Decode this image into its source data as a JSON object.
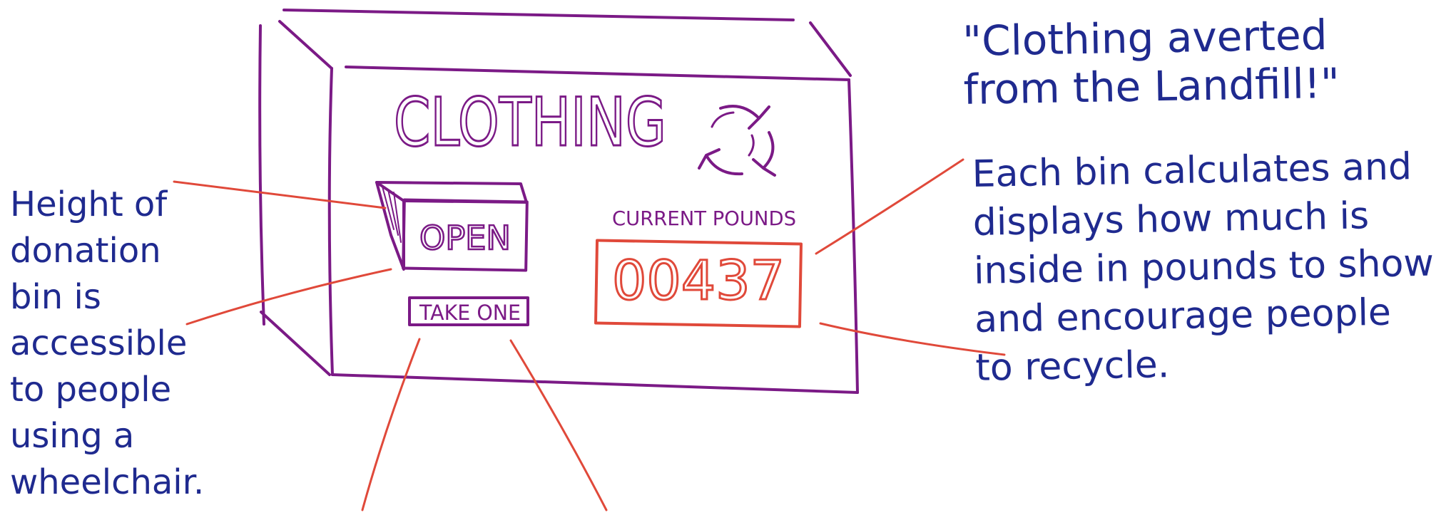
{
  "bin": {
    "title": "CLOTHING",
    "open_label": "OPEN",
    "take_one_label": "TAKE ONE",
    "counter_caption": "CURRENT POUNDS",
    "counter_value": "00437",
    "recycle_icon": "recycle-icon"
  },
  "annotations": {
    "quote": "\"Clothing averted\nfrom the Landfill!\"",
    "display": "Each bin calculates and\ndisplays how much is\ninside in pounds to show\nand encourage people\nto recycle.",
    "height": "Height of\ndonation\nbin is\naccessible\nto people\nusing a\nwheelchair."
  },
  "colors": {
    "bin": "#7b1a86",
    "counter": "#e0493a",
    "leader": "#e0493a",
    "notes": "#1f2a8f"
  }
}
